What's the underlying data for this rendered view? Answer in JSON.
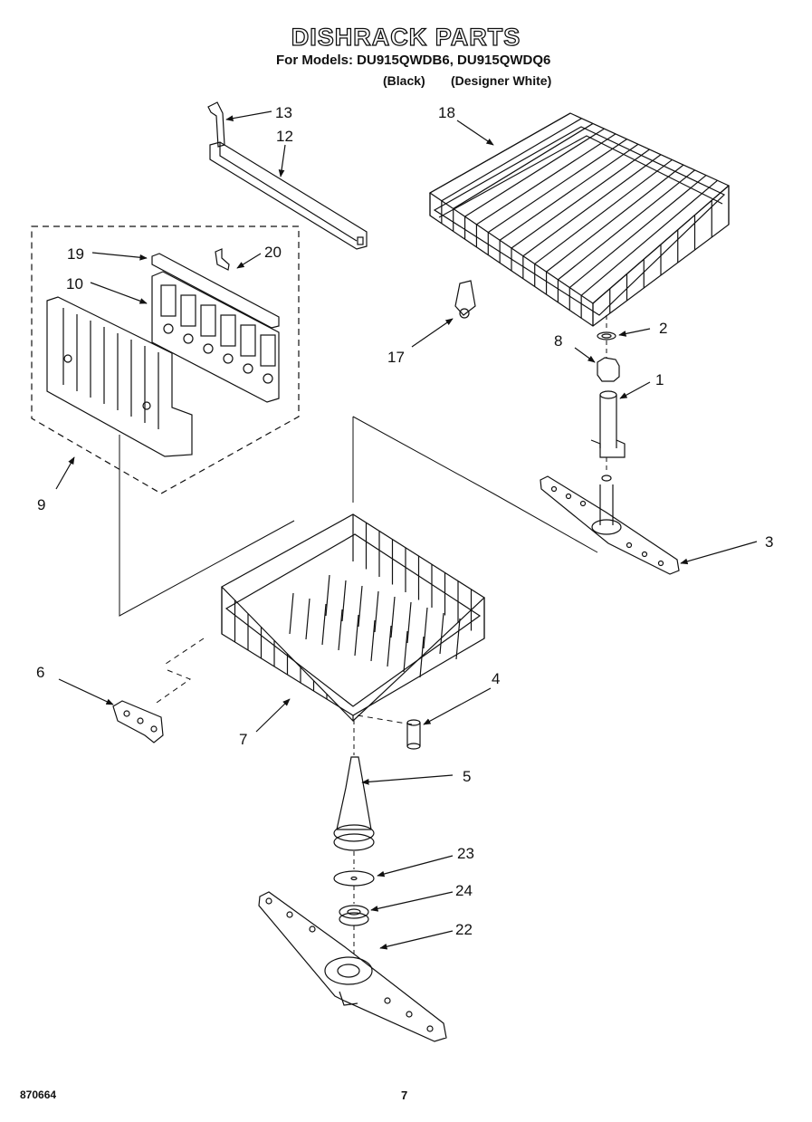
{
  "header": {
    "title": "DISHRACK PARTS",
    "models_line": "For Models: DU915QWDB6, DU915QWDQ6",
    "variant_1": "(Black)",
    "variant_2": "(Designer White)"
  },
  "callouts": [
    "13",
    "12",
    "18",
    "19",
    "20",
    "10",
    "17",
    "2",
    "8",
    "1",
    "9",
    "3",
    "6",
    "4",
    "7",
    "5",
    "23",
    "24",
    "22"
  ],
  "footer": {
    "doc_code": "870664",
    "page_number": "7"
  }
}
